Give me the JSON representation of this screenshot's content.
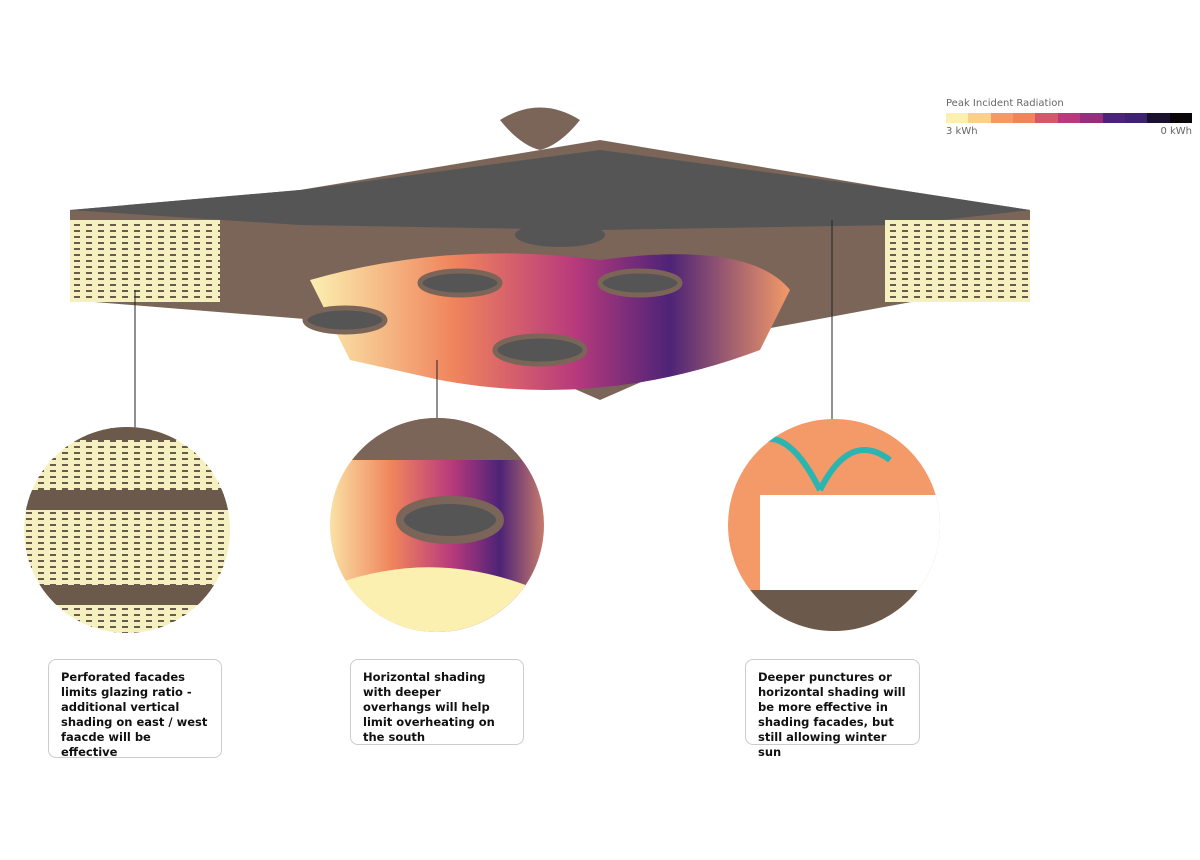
{
  "legend": {
    "title": "Peak Incident Radiation",
    "min_label": "3 kWh",
    "max_label": "0 kWh",
    "colors": [
      "#fbf0b0",
      "#fbd08c",
      "#f39a68",
      "#f0845c",
      "#d6566a",
      "#b83a7c",
      "#93307e",
      "#4d2377",
      "#3e2270",
      "#1a1030",
      "#0a0508"
    ]
  },
  "notes": [
    {
      "text": "Perforated facades limits glazing ratio - additional vertical shading on east / west faacde will be effective"
    },
    {
      "text": "Horizontal shading with deeper overhangs will help limit overheating on the south"
    },
    {
      "text": "Deeper punctures or horizontal shading will be more effective in shading facades, but still allowing winter sun"
    }
  ]
}
